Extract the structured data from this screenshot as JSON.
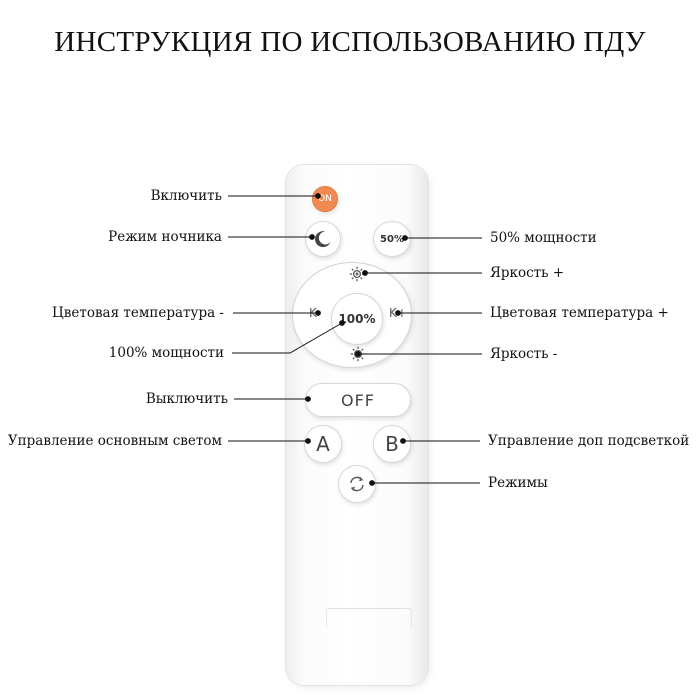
{
  "title": "ИНСТРУКЦИЯ ПО ИСПОЛЬЗОВАНИЮ ПДУ",
  "labels": {
    "on": "Включить",
    "night_mode": "Режим ночника",
    "color_temp_minus": "Цветовая температура -",
    "power_100": "100% мощности",
    "off": "Выключить",
    "main_light": "Управление основным светом",
    "power_50": "50% мощности",
    "brightness_plus": "Яркость +",
    "color_temp_plus": "Цветовая температура +",
    "brightness_minus": "Яркость -",
    "extra_light": "Управление доп подсветкой",
    "modes": "Режимы"
  },
  "remote": {
    "on_button": "ON",
    "power_50_button": "50%",
    "power_100_button": "100%",
    "k_minus": "K-",
    "k_plus": "K+",
    "off_button": "OFF",
    "a_button": "A",
    "b_button": "B",
    "on_color": "#f08a50"
  },
  "icons": {
    "night": "moon-icon",
    "brightness_plus": "sun-plus-icon",
    "brightness_minus": "sun-minus-icon",
    "modes": "cycle-arrows-icon"
  }
}
